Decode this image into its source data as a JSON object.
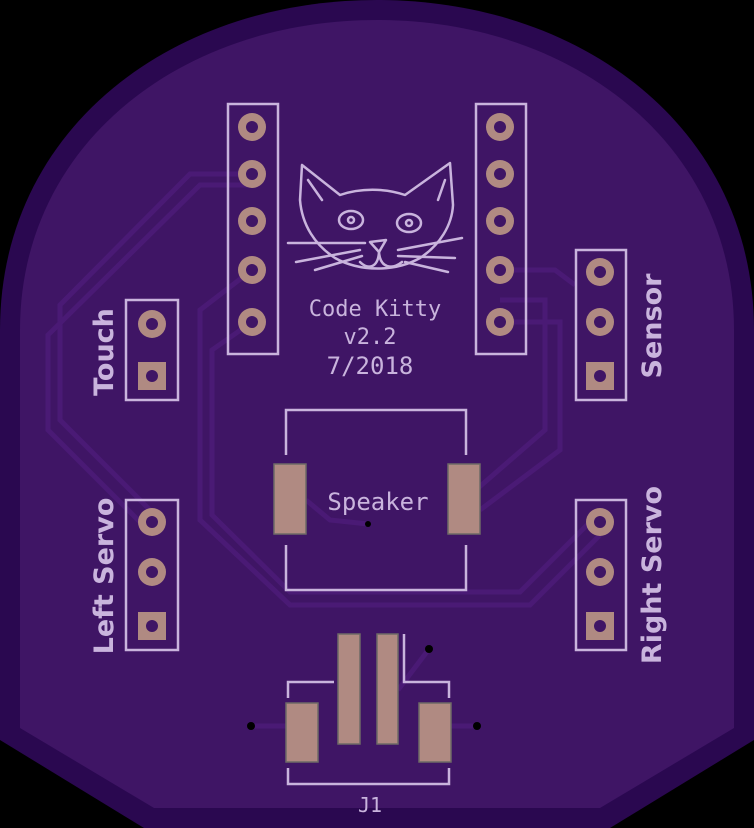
{
  "board": {
    "title": "Code Kitty",
    "version": "v2.2",
    "date": "7/2018",
    "colors": {
      "soldermask": "#3f1565",
      "edge": "#2a0850",
      "silkscreen": "#c9b4dd",
      "pad": "#b08a82"
    }
  },
  "labels": {
    "touch": "Touch",
    "sensor": "Sensor",
    "left_servo": "Left Servo",
    "right_servo": "Right Servo",
    "speaker": "Speaker",
    "j1": "J1"
  }
}
